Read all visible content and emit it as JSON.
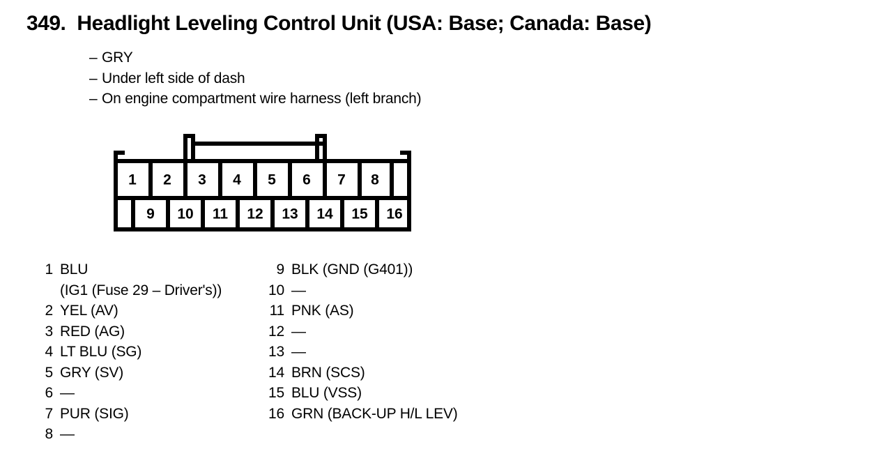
{
  "figure": {
    "number": "349.",
    "title": "Headlight Leveling Control Unit (USA: Base; Canada: Base)",
    "description_lines": [
      "GRY",
      "Under left side of dash",
      "On engine compartment wire harness (left branch)"
    ],
    "bullet_dash": "–"
  },
  "connector": {
    "top_row_pins": [
      "1",
      "2",
      "3",
      "4",
      "5",
      "6",
      "7",
      "8"
    ],
    "bottom_row_pins": [
      "9",
      "10",
      "11",
      "12",
      "13",
      "14",
      "15",
      "16"
    ]
  },
  "pins_left": [
    {
      "number": "1",
      "label": "BLU",
      "continuation": "(IG1 (Fuse 29 – Driver's))"
    },
    {
      "number": "2",
      "label": "YEL (AV)"
    },
    {
      "number": "3",
      "label": "RED (AG)"
    },
    {
      "number": "4",
      "label": "LT BLU (SG)"
    },
    {
      "number": "5",
      "label": "GRY (SV)"
    },
    {
      "number": "6",
      "label": "—"
    },
    {
      "number": "7",
      "label": "PUR (SIG)"
    },
    {
      "number": "8",
      "label": "—"
    }
  ],
  "pins_right": [
    {
      "number": "9",
      "label": "BLK (GND (G401))"
    },
    {
      "number": "10",
      "label": "—"
    },
    {
      "number": "11",
      "label": "PNK (AS)"
    },
    {
      "number": "12",
      "label": "—"
    },
    {
      "number": "13",
      "label": "—"
    },
    {
      "number": "14",
      "label": "BRN (SCS)"
    },
    {
      "number": "15",
      "label": "BLU (VSS)"
    },
    {
      "number": "16",
      "label": "GRN (BACK-UP H/L LEV)"
    }
  ],
  "colors": {
    "ink": "#000000",
    "paper": "#ffffff"
  }
}
